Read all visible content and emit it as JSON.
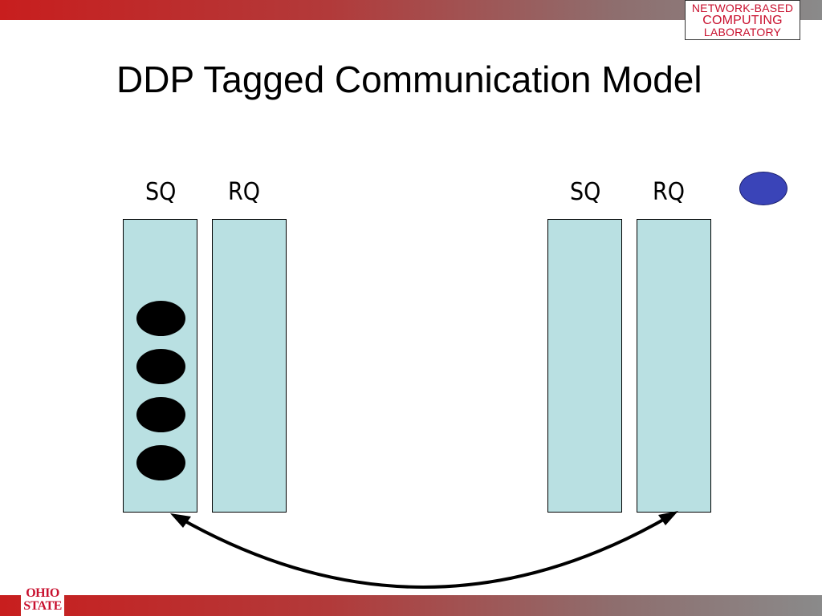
{
  "logo": {
    "line1": "NETWORK-BASED",
    "line2": "COMPUTING",
    "line3": "LABORATORY"
  },
  "title": "DDP Tagged Communication Model",
  "left_side": {
    "sq_label": "SQ",
    "rq_label": "RQ",
    "sq_token_count": 4
  },
  "right_side": {
    "sq_label": "SQ",
    "rq_label": "RQ"
  },
  "footer_logo": {
    "line1": "OHIO",
    "line2": "STATE"
  },
  "colors": {
    "brand_red": "#c8102e",
    "queue_fill": "#b9e0e2",
    "token_black": "#000000",
    "token_blue": "#3a44b8"
  }
}
